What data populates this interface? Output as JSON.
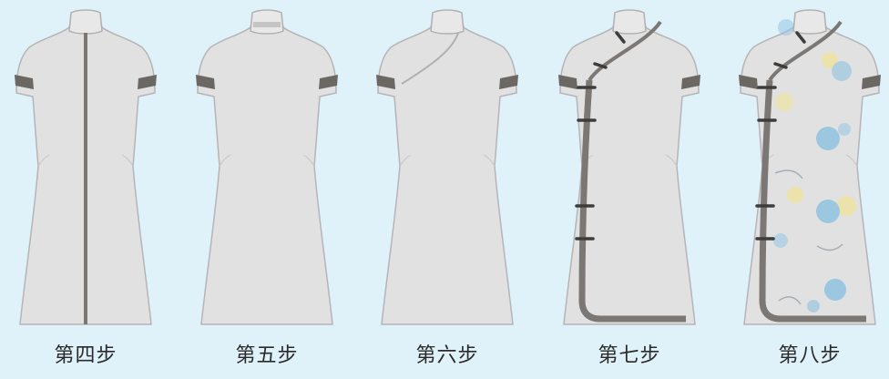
{
  "colors": {
    "background": "#dff1f9",
    "dress": "#e1e1e1",
    "outline": "#b5b5b5",
    "trim": "#6b6763",
    "piping": "#7a7775",
    "print_blue": "#8fc3e2",
    "print_yellow": "#eee3a3"
  },
  "steps": [
    {
      "label": "第四步",
      "detail": "center-zipper"
    },
    {
      "label": "第五步",
      "detail": "plain-with-collar"
    },
    {
      "label": "第六步",
      "detail": "diagonal-opening"
    },
    {
      "label": "第七步",
      "detail": "piping-and-frog-buttons"
    },
    {
      "label": "第八步",
      "detail": "floral-print"
    }
  ]
}
